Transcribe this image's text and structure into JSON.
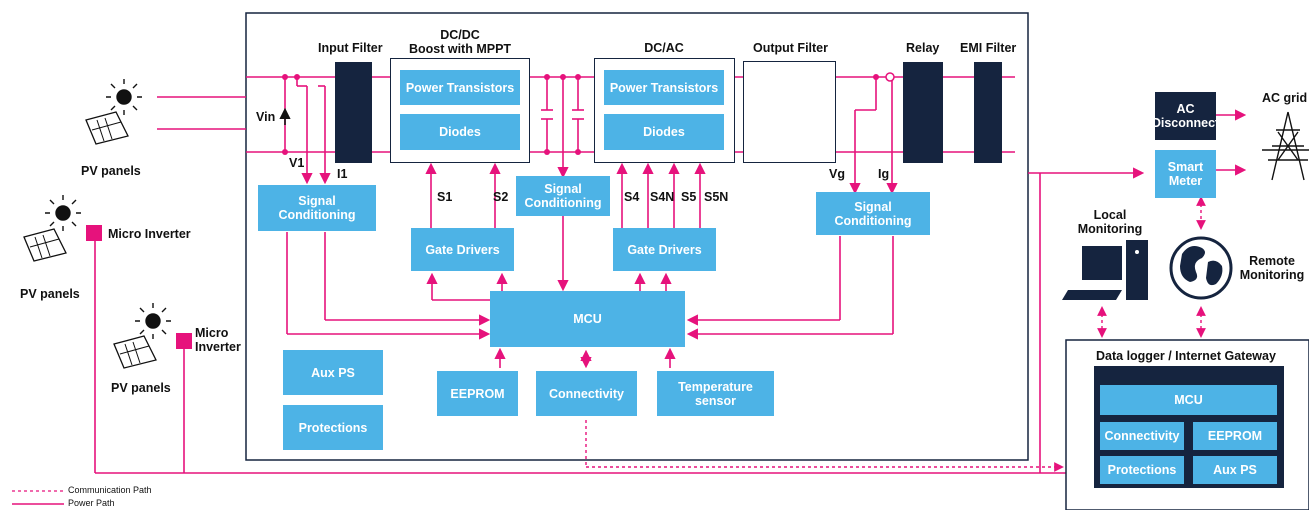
{
  "colors": {
    "pink": "#e6127c",
    "blue": "#4db3e6",
    "navy": "#15243f"
  },
  "inverter": {
    "input_filter": "Input Filter",
    "dcdc_title": "DC/DC\nBoost with MPPT",
    "dcac_title": "DC/AC",
    "output_filter": "Output Filter",
    "relay": "Relay",
    "emi_filter": "EMI Filter",
    "power_transistors_1": "Power Transistors",
    "diodes_1": "Diodes",
    "power_transistors_2": "Power Transistors",
    "diodes_2": "Diodes",
    "signal_cond_left": "Signal\nConditioning",
    "signal_cond_mid": "Signal\nConditioning",
    "signal_cond_right": "Signal\nConditioning",
    "gate_drivers_left": "Gate Drivers",
    "gate_drivers_right": "Gate Drivers",
    "mcu": "MCU",
    "aux_ps": "Aux PS",
    "protections": "Protections",
    "eeprom": "EEPROM",
    "connectivity": "Connectivity",
    "temp_sensor": "Temperature\nsensor",
    "signals": {
      "vin": "Vin",
      "v1": "V1",
      "i1": "I1",
      "s1": "S1",
      "s2": "S2",
      "s4": "S4",
      "s4n": "S4N",
      "s5": "S5",
      "s5n": "S5N",
      "vg": "Vg",
      "ig": "Ig"
    }
  },
  "left": {
    "pv_panels_1": "PV panels",
    "pv_panels_2": "PV panels",
    "pv_panels_3": "PV panels",
    "micro_inverter_1": "Micro Inverter",
    "micro_inverter_2": "Micro\nInverter"
  },
  "right": {
    "ac_disconnect": "AC\nDisconnect",
    "ac_grid": "AC grid",
    "smart_meter": "Smart\nMeter",
    "local_monitoring": "Local\nMonitoring",
    "remote_monitoring": "Remote\nMonitoring",
    "gateway_title": "Data logger / Internet Gateway",
    "gw_mcu": "MCU",
    "gw_connectivity": "Connectivity",
    "gw_eeprom": "EEPROM",
    "gw_protections": "Protections",
    "gw_aux_ps": "Aux PS"
  },
  "legend": {
    "communication": "Communication Path",
    "power": "Power Path"
  }
}
